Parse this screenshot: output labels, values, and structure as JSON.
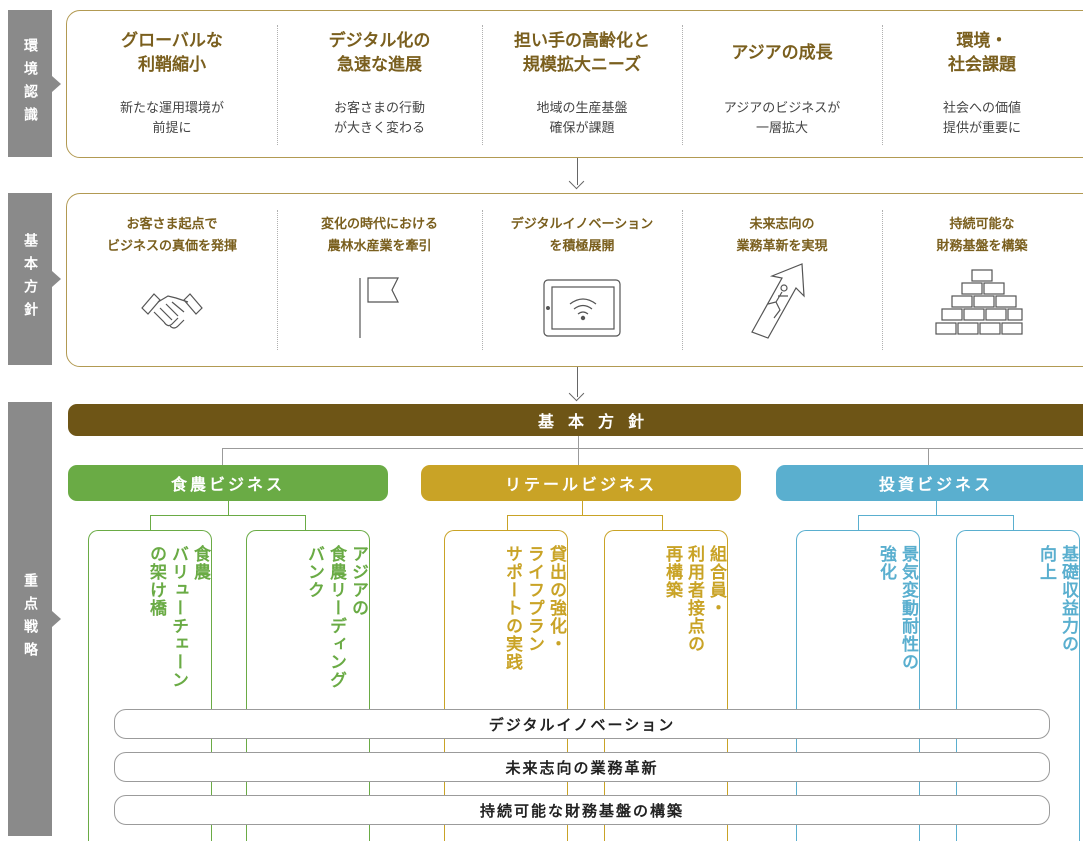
{
  "side_labels": {
    "env": "環境認識",
    "policy": "基本方針",
    "strategy": "重点戦略"
  },
  "environment": [
    {
      "title": "グローバルな\n利鞘縮小",
      "text": "新たな運用環境が\n前提に"
    },
    {
      "title": "デジタル化の\n急速な進展",
      "text": "お客さまの行動\nが大きく変わる"
    },
    {
      "title": "担い手の高齢化と\n規模拡大ニーズ",
      "text": "地域の生産基盤\n確保が課題"
    },
    {
      "title": "アジアの成長",
      "text": "アジアのビジネスが\n一層拡大"
    },
    {
      "title": "環境・\n社会課題",
      "text": "社会への価値\n提供が重要に"
    }
  ],
  "policies": [
    {
      "title": "お客さま起点で\nビジネスの真価を発揮",
      "icon": "handshake-icon"
    },
    {
      "title": "変化の時代における\n農林水産業を牽引",
      "icon": "flag-icon"
    },
    {
      "title": "デジタルイノベーション\nを積極展開",
      "icon": "tablet-wifi-icon"
    },
    {
      "title": "未来志向の\n業務革新を実現",
      "icon": "runner-arrow-icon"
    },
    {
      "title": "持続可能な\n財務基盤を構築",
      "icon": "brick-pyramid-icon"
    }
  ],
  "banner": "基本方針",
  "businesses": [
    {
      "label": "食農ビジネス",
      "color": "#6aab45"
    },
    {
      "label": "リテールビジネス",
      "color": "#c9a326"
    },
    {
      "label": "投資ビジネス",
      "color": "#5aafcf"
    }
  ],
  "strategies": [
    {
      "text": "食農\nバリューチェーン\nの架け橋",
      "color": "#6aab45"
    },
    {
      "text": "アジアの\n食農リーディング\nバンク",
      "color": "#6aab45"
    },
    {
      "text": "貸出の強化・\nライフプラン\nサポートの実践",
      "color": "#c9a326"
    },
    {
      "text": "組合員・\n利用者接点の\n再構築",
      "color": "#c9a326"
    },
    {
      "text": "景気変動耐性の\n強化",
      "color": "#5aafcf"
    },
    {
      "text": "基礎収益力の\n向上",
      "color": "#5aafcf"
    }
  ],
  "cross_cutting": [
    "デジタルイノベーション",
    "未来志向の業務革新",
    "持続可能な財務基盤の構築"
  ]
}
